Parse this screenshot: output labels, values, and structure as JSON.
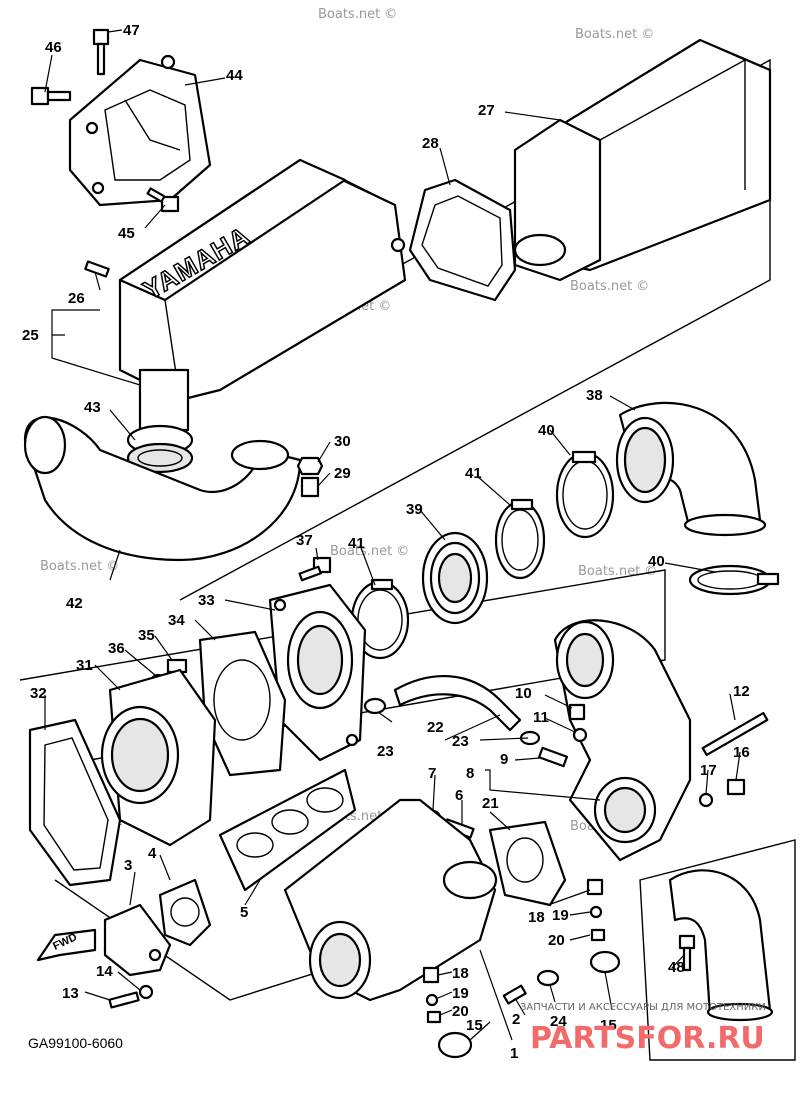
{
  "diagram_code": "GA99100-6060",
  "fwd_label": "FWD",
  "brand_text": "YAMAHA",
  "watermark": "Boats.net ©",
  "ad_banner": {
    "tagline": "ЗАПЧАСТИ И АКСЕССУАРЫ ДЛЯ МОТОТЕХНИКИ",
    "logo": "PARTSFOR.RU"
  },
  "callouts": {
    "n1": "1",
    "n2": "2",
    "n3": "3",
    "n4": "4",
    "n5": "5",
    "n6": "6",
    "n7": "7",
    "n8": "8",
    "n9": "9",
    "n10": "10",
    "n11": "11",
    "n12": "12",
    "n13": "13",
    "n14": "14",
    "n15a": "15",
    "n15b": "15",
    "n16": "16",
    "n17": "17",
    "n18a": "18",
    "n18b": "18",
    "n19a": "19",
    "n19b": "19",
    "n20a": "20",
    "n20b": "20",
    "n21": "21",
    "n22": "22",
    "n23a": "23",
    "n23b": "23",
    "n24": "24",
    "n25": "25",
    "n26": "26",
    "n27": "27",
    "n28": "28",
    "n29": "29",
    "n30": "30",
    "n31": "31",
    "n32": "32",
    "n33": "33",
    "n34": "34",
    "n35": "35",
    "n36": "36",
    "n37": "37",
    "n38": "38",
    "n39": "39",
    "n40a": "40",
    "n40b": "40",
    "n41a": "41",
    "n41b": "41",
    "n42": "42",
    "n43": "43",
    "n44": "44",
    "n45": "45",
    "n46": "46",
    "n47": "47",
    "n48": "48"
  }
}
